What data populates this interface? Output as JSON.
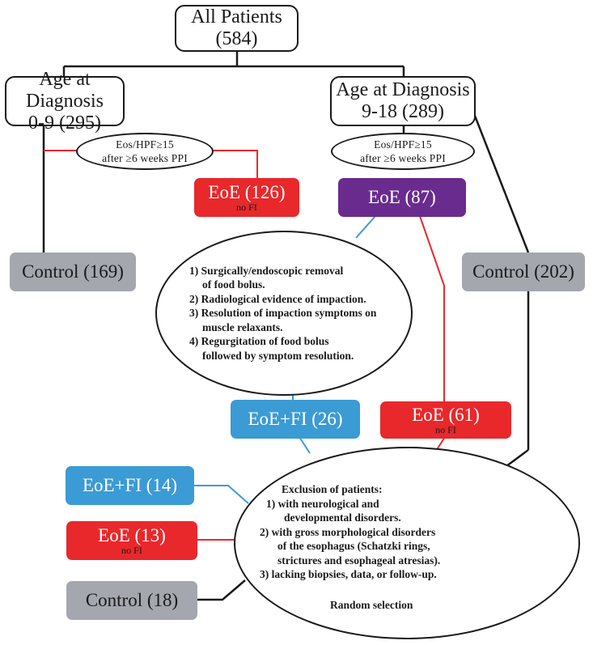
{
  "colors": {
    "red": "#e8282b",
    "purple": "#6a2b8f",
    "blue": "#3b9bd4",
    "gray": "#a4a7ad",
    "black": "#1a1a1a"
  },
  "nodes": {
    "all_patients": {
      "line1": "All Patients",
      "line2": "(584)"
    },
    "age_0_9": {
      "line1": "Age at Diagnosis",
      "line2": "0-9 (295)"
    },
    "age_9_18": {
      "line1": "Age at Diagnosis",
      "line2": "9-18 (289)"
    },
    "criterion_left": {
      "line1": "Eos/HPF≥15",
      "line2": "after ≥6 weeks PPI"
    },
    "criterion_right": {
      "line1": "Eos/HPF≥15",
      "line2": "after ≥6 weeks PPI"
    },
    "eoe_126": {
      "label": "EoE (126)",
      "sub": "no FI"
    },
    "eoe_87": {
      "label": "EoE (87)"
    },
    "control_169": {
      "label": "Control (169)"
    },
    "control_202": {
      "label": "Control (202)"
    },
    "fi_criteria": {
      "lines": [
        "1) Surgically/endoscopic removal",
        "of food bolus.",
        "2) Radiological evidence of impaction.",
        "3) Resolution of impaction symptoms on",
        "muscle relaxants.",
        "4) Regurgitation of food bolus",
        "followed by symptom resolution."
      ]
    },
    "eoe_fi_26": {
      "label": "EoE+FI (26)"
    },
    "eoe_61": {
      "label": "EoE (61)",
      "sub": "no FI"
    },
    "eoe_fi_14": {
      "label": "EoE+FI (14)"
    },
    "eoe_13": {
      "label": "EoE (13)",
      "sub": "no FI"
    },
    "control_18": {
      "label": "Control (18)"
    },
    "exclusion": {
      "title": "Exclusion of patients:",
      "lines": [
        "1)  with neurological and",
        "developmental disorders.",
        "2)  with gross morphological disorders",
        "of the esophagus  (Schatzki rings,",
        "strictures and esophageal atresias).",
        "3)  lacking biopsies, data, or  follow-up."
      ],
      "footer": "Random selection"
    }
  }
}
